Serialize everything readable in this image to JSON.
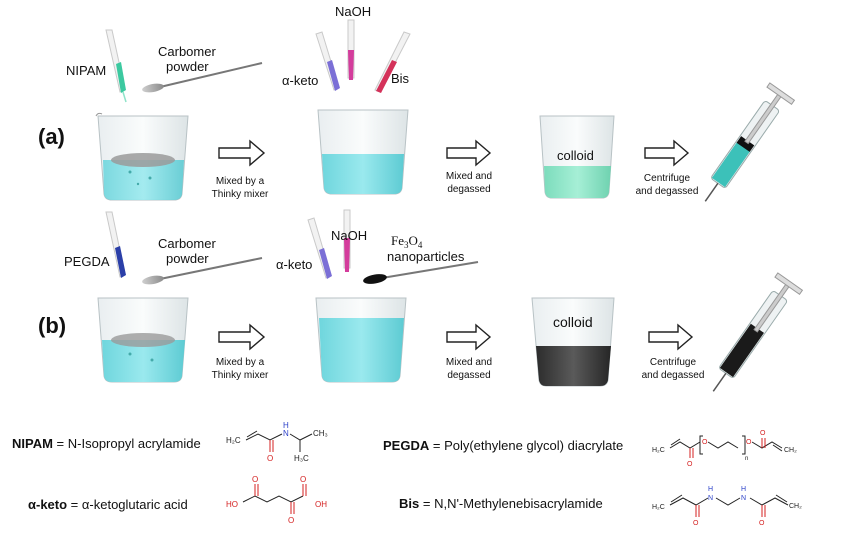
{
  "panels": {
    "a": "(a)",
    "b": "(b)"
  },
  "row_a": {
    "reagents": {
      "nipam": "NIPAM",
      "carbomer_line1": "Carbomer",
      "carbomer_line2": "powder",
      "naoh": "NaOH",
      "aketo": "α-keto",
      "bis": "Bis"
    },
    "steps": [
      {
        "line1": "Mixed by a",
        "line2": "Thinky mixer"
      },
      {
        "line1": "Mixed and",
        "line2": "degassed"
      },
      {
        "line1": "Centrifuge",
        "line2": "and degassed"
      }
    ],
    "beaker_label": "colloid"
  },
  "row_b": {
    "reagents": {
      "pegda": "PEGDA",
      "carbomer_line1": "Carbomer",
      "carbomer_line2": "powder",
      "naoh": "NaOH",
      "aketo": "α-keto",
      "fe_base": "Fe",
      "fe_sub1": "3",
      "fe_mid": "O",
      "fe_sub2": "4",
      "nano": "nanoparticles"
    },
    "steps": [
      {
        "line1": "Mixed by a",
        "line2": "Thinky mixer"
      },
      {
        "line1": "Mixed and",
        "line2": "degassed"
      },
      {
        "line1": "Centrifuge",
        "line2": "and degassed"
      }
    ],
    "beaker_label": "colloid"
  },
  "legend": [
    {
      "abbr": "NIPAM",
      "eq": " = ",
      "full": "N-Isopropyl acrylamide"
    },
    {
      "abbr": "PEGDA",
      "eq": " = ",
      "full": "Poly(ethylene glycol) diacrylate"
    },
    {
      "abbr": "α-keto",
      "eq": " = ",
      "full": "α-ketoglutaric acid"
    },
    {
      "abbr": "Bis",
      "eq": " = ",
      "full": "N,N'-Methylenebisacrylamide"
    }
  ],
  "chem_labels": {
    "h2c": "H₂C",
    "ch3": "CH₃",
    "h3c": "H₃C",
    "n": "N",
    "h": "H",
    "o": "O",
    "oh": "OH",
    "ho": "HO",
    "pegda_n": "n",
    "ch2": "CH₂"
  },
  "colors": {
    "cyan_liquid": "#7fdde3",
    "mint_colloid": "#86e3c6",
    "dark_colloid": "#3d3d3d",
    "nipam_pipette": "#3cc9a0",
    "aketo_pipette": "#7b6fd6",
    "naoh_pipette": "#d43c9c",
    "bis_pipette": "#d4325a",
    "pegda_pipette": "#2b3fa8",
    "chem_red": "#d42020",
    "chem_blue": "#2a3fc8"
  }
}
